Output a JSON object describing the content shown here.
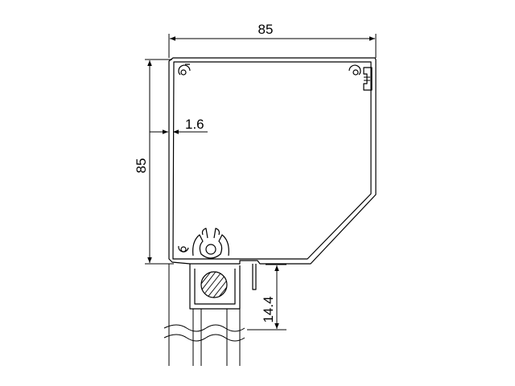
{
  "dimensions": {
    "width_label": "85",
    "height_label": "85",
    "wall_thickness_label": "1.6",
    "bottom_offset_label": "14.4"
  }
}
